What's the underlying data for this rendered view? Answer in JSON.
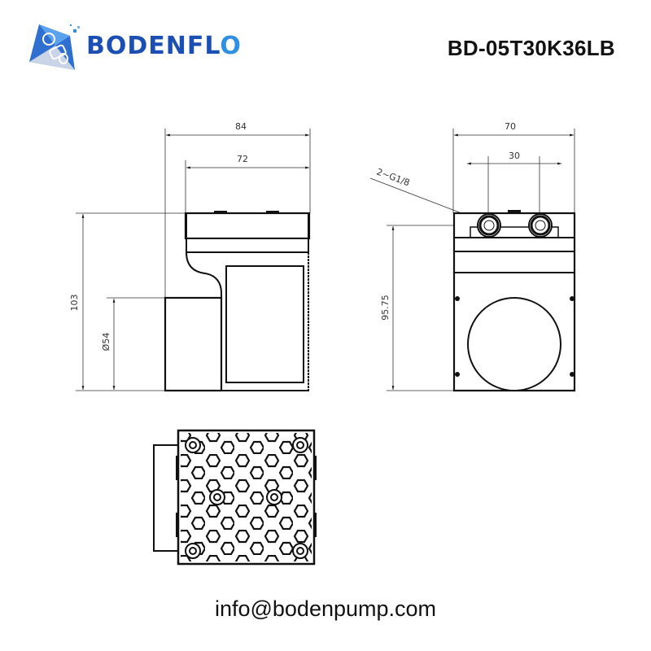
{
  "header": {
    "brand_name": "BODENFL",
    "brand_name_last": "O",
    "model_number": "BD-05T30K36LB"
  },
  "colors": {
    "brand_dark_blue": "#1c4fb3",
    "brand_light_blue": "#2f8fe0",
    "line": "#111111"
  },
  "drawings": {
    "side_view": {
      "dimensions": {
        "overall_width": "84",
        "head_width": "72",
        "overall_height": "103",
        "motor_diameter": "Ø54"
      }
    },
    "front_view": {
      "dimensions": {
        "overall_width": "70",
        "port_spacing": "30",
        "height": "95.75",
        "port_callout": "2~G1/8"
      }
    },
    "bottom_view": {
      "pattern": "hexagonal-grid",
      "mounting_holes": 6
    }
  },
  "footer": {
    "email": "info@bodenpump.com"
  }
}
